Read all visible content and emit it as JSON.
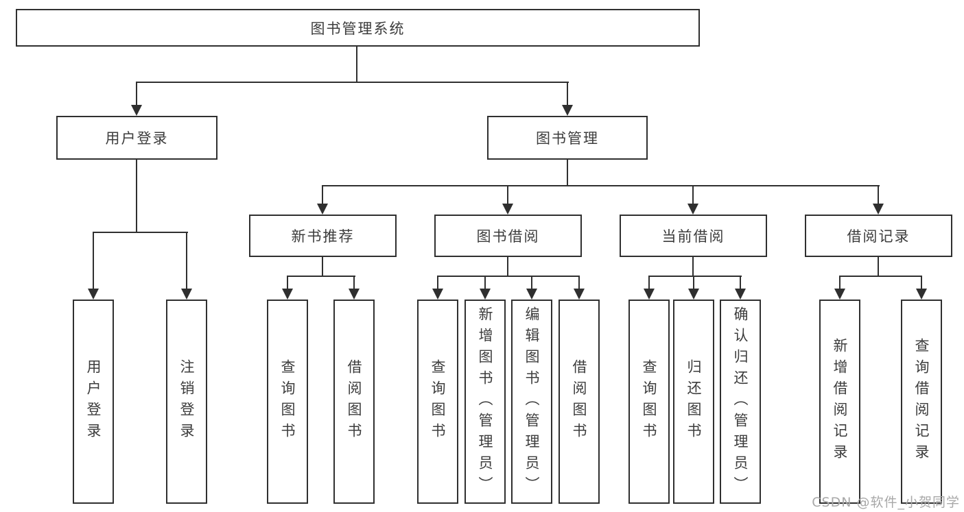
{
  "tree": {
    "root": "图书管理系统",
    "children": [
      {
        "label": "用户登录",
        "leaves": [
          "用户登录",
          "注销登录"
        ]
      },
      {
        "label": "图书管理",
        "children": [
          {
            "label": "新书推荐",
            "leaves": [
              "查询图书",
              "借阅图书"
            ]
          },
          {
            "label": "图书借阅",
            "leaves": [
              "查询图书",
              "新增图书（管理员）",
              "编辑图书（管理员）",
              "借阅图书"
            ]
          },
          {
            "label": "当前借阅",
            "leaves": [
              "查询图书",
              "归还图书",
              "确认归还（管理员）"
            ]
          },
          {
            "label": "借阅记录",
            "leaves": [
              "新增借阅记录",
              "查询借阅记录"
            ]
          }
        ]
      }
    ]
  },
  "watermark": "CSDN @软件_小贺同学",
  "colors": {
    "line": "#2f2f2f",
    "text": "#3c3c3c",
    "watermark": "#a8a8a8",
    "background": "#ffffff"
  }
}
